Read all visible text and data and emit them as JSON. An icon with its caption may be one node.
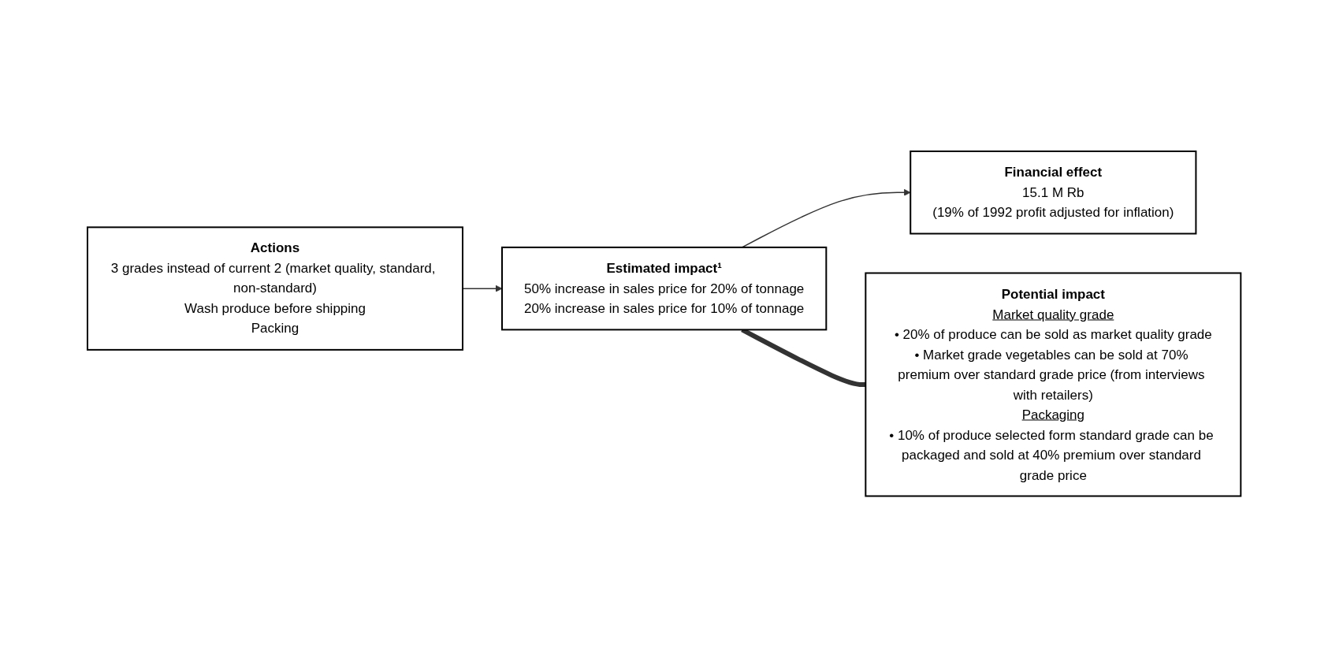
{
  "diagram": {
    "nodes": [
      {
        "text": [
          "Actions",
          "3 grades instead of current 2 (market quality, standard, non-standard)",
          "Wash produce before shipping",
          "Packing"
        ]
      },
      {
        "text": [
          "Estimated impact¹",
          "50% increase in sales price for 20% of tonnage",
          "20% increase in sales price for 10% of tonnage"
        ]
      },
      {
        "text": [
          "Financial effect",
          "15.1 M Rb",
          "(19% of 1992 profit adjusted for inflation)"
        ]
      },
      {
        "text": [
          "Potential impact",
          "Market quality grade",
          "• 20% of produce can be sold as market quality grade",
          "• Market grade vegetables can be sold at 70% premium over standard grade price (from interviews with retailers)",
          "Packaging",
          "• 10% of produce selected form standard grade can be packaged and sold at 40% premium over standard grade price"
        ]
      }
    ],
    "edges": [
      {
        "from": 0,
        "to": 1,
        "arrow": "to"
      },
      {
        "from": 1,
        "to": 2,
        "arrow": "to"
      },
      {
        "from": 1,
        "to": 3,
        "arrow": "none",
        "style": "thick"
      }
    ]
  }
}
